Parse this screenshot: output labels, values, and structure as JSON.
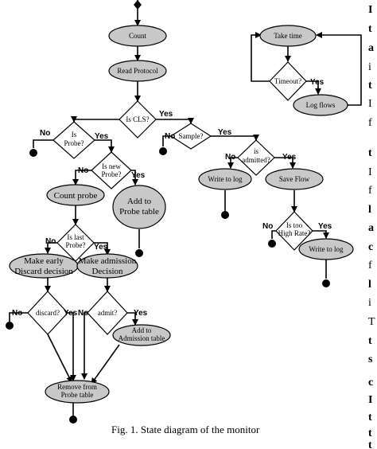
{
  "nodes": {
    "count": "Count",
    "read_protocol": "Read Protocol",
    "is_cls": "Is CLS?",
    "is_probe_1": "Is",
    "is_probe_2": "Probe?",
    "sample": "Sample?",
    "is_new_probe_1": "Is new",
    "is_new_probe_2": "Probe?",
    "is_admitted_1": "is",
    "is_admitted_2": "admitted?",
    "count_probe": "Count probe",
    "add_probe_1": "Add to",
    "add_probe_2": "Probe table",
    "write_to_log_1": "Write to log",
    "save_flow": "Save Flow",
    "is_last_probe_1": "Is last",
    "is_last_probe_2": "Probe?",
    "make_early_1": "Make early",
    "make_early_2": "Discard decision",
    "make_admission_1": "Make admission",
    "make_admission_2": "Decision",
    "is_too_high_1": "Is too",
    "is_too_high_2": "High Rate?",
    "write_to_log_2": "Write to log",
    "discard": "discard?",
    "admit": "admit?",
    "add_admission_1": "Add to",
    "add_admission_2": "Admission table",
    "remove_probe_1": "Remove from",
    "remove_probe_2": "Probe table",
    "take_time": "Take time",
    "timeout": "Timeout?",
    "log_flows": "Log flows"
  },
  "labels": {
    "yes": "Yes",
    "no": "No"
  },
  "caption": "Fig. 1.    State diagram of the monitor",
  "side_fragments": [
    "I",
    "t",
    "a",
    "i",
    "t",
    "I",
    "f",
    "t",
    "I",
    "f",
    "l",
    "a",
    "c",
    "f",
    "l",
    "i",
    "T",
    "t",
    "s",
    "c",
    "I",
    "t",
    "t",
    "t"
  ]
}
